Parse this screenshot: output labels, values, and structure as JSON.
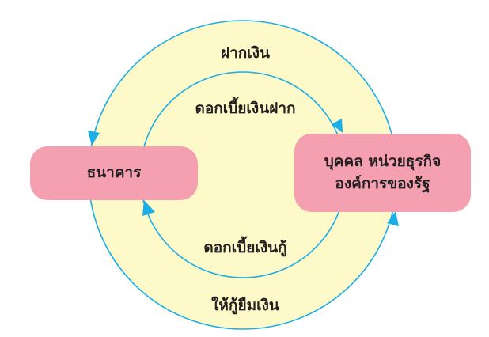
{
  "colors": {
    "ring_fill": "#fdf9c8",
    "arrow": "#1aaee8",
    "box": "#f4a0b1"
  },
  "nodes": {
    "bank": "ธนาคาร",
    "sectors_line1": "บุคคล หน่วยธุรกิจ",
    "sectors_line2": "องค์การของรัฐ"
  },
  "flows": {
    "deposit": "ฝากเงิน",
    "deposit_interest": "ดอกเบี้ยเงินฝาก",
    "loan_interest": "ดอกเบี้ยเงินกู้",
    "lending": "ให้กู้ยืมเงิน"
  }
}
